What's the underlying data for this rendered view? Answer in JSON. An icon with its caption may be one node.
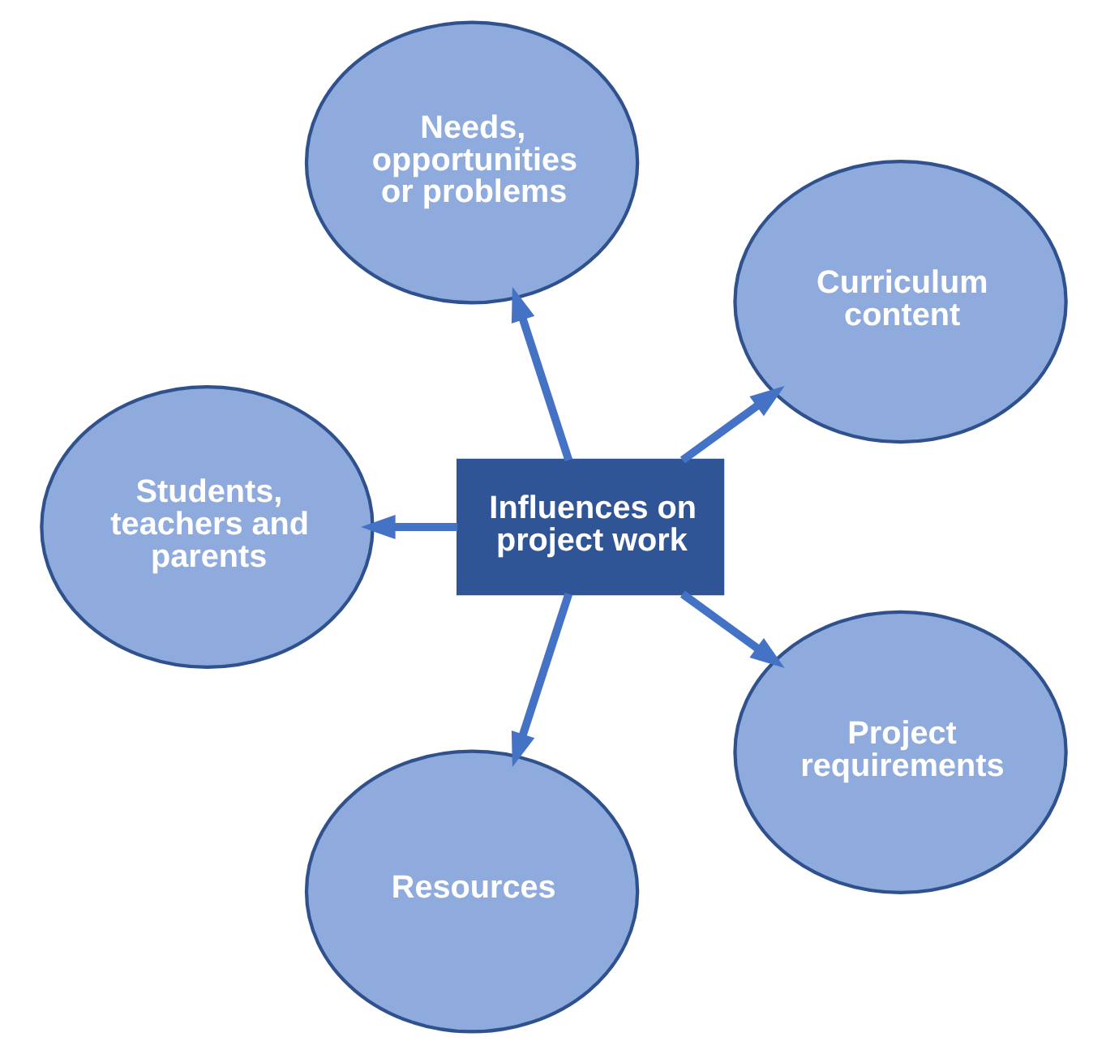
{
  "diagram": {
    "nodes": [
      {
        "text": [
          "Curriculum content"
        ]
      },
      {
        "text": [
          "Needs, opportunities or problems"
        ]
      },
      {
        "text": [
          "Influences on project work"
        ]
      },
      {
        "text": [
          "Students, teachers and parents"
        ]
      },
      {
        "text": [
          "Resources"
        ]
      },
      {
        "text": [
          "Project requirements"
        ]
      }
    ],
    "edges": [
      {
        "from": 2,
        "to": 0,
        "arrow": "to"
      },
      {
        "from": 2,
        "to": 1,
        "arrow": "to"
      },
      {
        "from": 2,
        "to": 3,
        "arrow": "to"
      },
      {
        "from": 2,
        "to": 5,
        "arrow": "to"
      },
      {
        "from": 2,
        "to": 4,
        "arrow": "to"
      }
    ]
  }
}
